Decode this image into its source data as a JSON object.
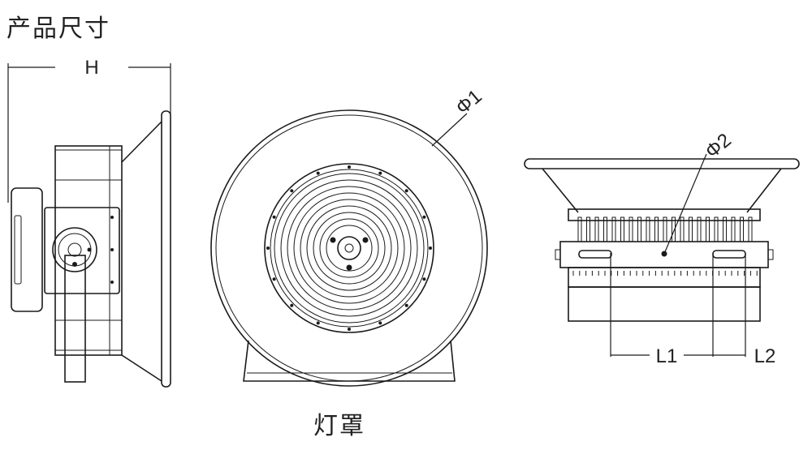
{
  "page_title": "产品尺寸",
  "caption": "灯罩",
  "dimensions": {
    "height_label": "H",
    "outer_diameter_label": "Φ1",
    "mount_diameter_label": "Φ2",
    "length1_label": "L1",
    "length2_label": "L2"
  },
  "colors": {
    "line": "#1a1a1a",
    "background": "#ffffff"
  }
}
